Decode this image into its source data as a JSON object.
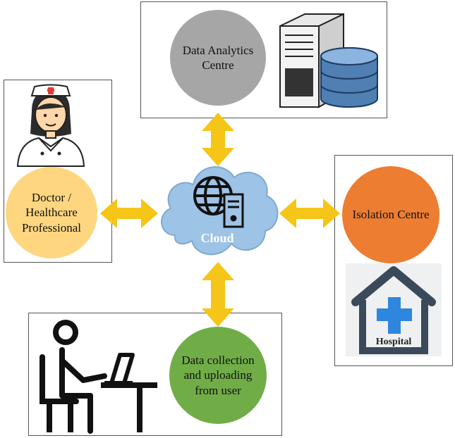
{
  "nodes": {
    "analytics": {
      "label": "Data Analytics\nCentre",
      "color": "#a6a6a6"
    },
    "doctor": {
      "label": "Doctor /\nHealthcare\nProfessional",
      "color": "#ffd680"
    },
    "isolation": {
      "label": "Isolation Centre",
      "color": "#ed7d31"
    },
    "data_collection": {
      "label": "Data collection\nand uploading\nfrom user",
      "color": "#70ad47"
    },
    "cloud": {
      "label": "Cloud",
      "color": "#9dc3e6"
    }
  },
  "hospital_sign": "Hospital",
  "colors": {
    "arrow": "#f5c518",
    "hospital": "#3b4a5a",
    "cross": "#2e86de"
  }
}
